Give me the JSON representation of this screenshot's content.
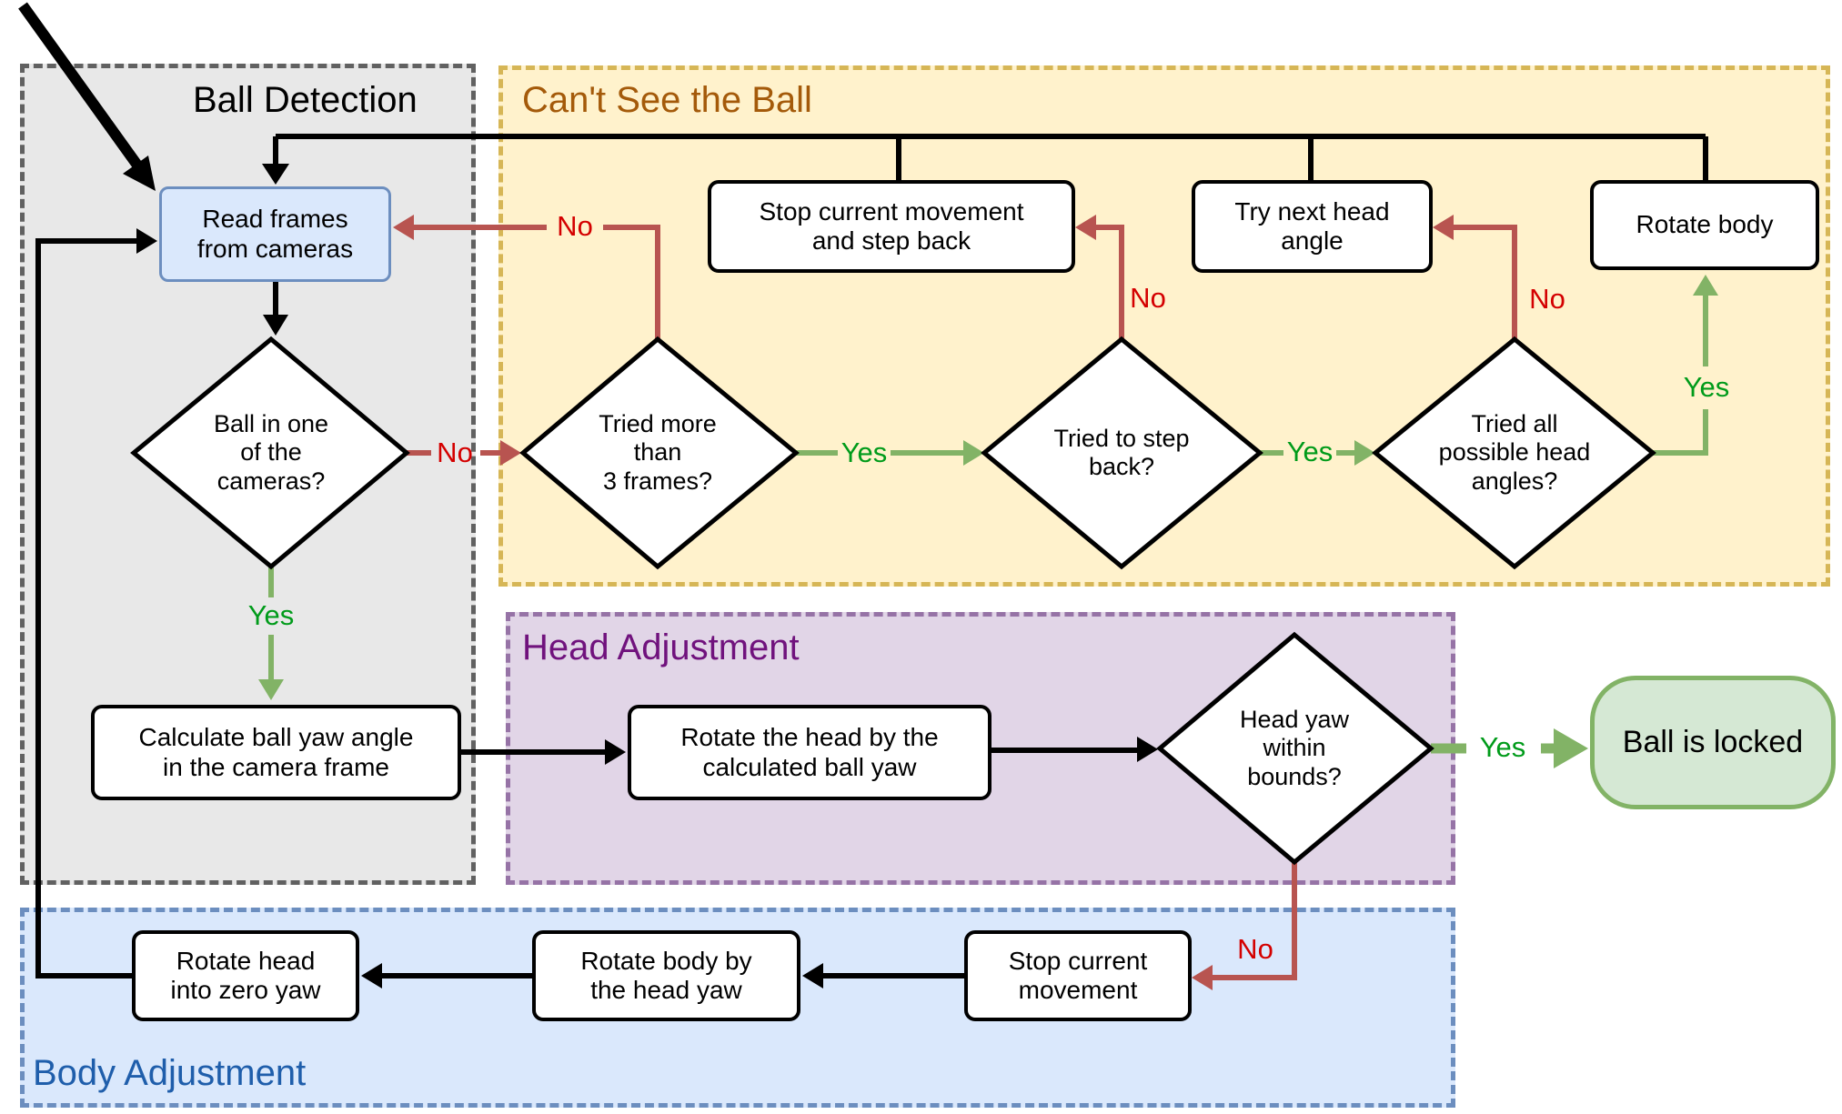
{
  "regions": {
    "ball_detection": {
      "title": "Ball Detection",
      "fill": "#e8e8e8",
      "border": "#616161",
      "title_color": "#000000"
    },
    "cant_see_ball": {
      "title": "Can't See the Ball",
      "fill": "#fff2cc",
      "border": "#d6b656",
      "title_color": "#a45a0a"
    },
    "head_adjustment": {
      "title": "Head Adjustment",
      "fill": "#e1d5e7",
      "border": "#9673a6",
      "title_color": "#70127d"
    },
    "body_adjustment": {
      "title": "Body Adjustment",
      "fill": "#dae8fc",
      "border": "#6c8ebf",
      "title_color": "#1f5eab"
    }
  },
  "nodes": {
    "read_frames": {
      "label": "Read frames\nfrom cameras",
      "type": "start-process",
      "fill": "#dae8fc",
      "border": "#6c8ebf"
    },
    "ball_in_cameras": {
      "label": "Ball in one\nof the\ncameras?",
      "type": "decision"
    },
    "calc_ball_yaw": {
      "label": "Calculate ball yaw angle\nin the camera frame",
      "type": "process"
    },
    "stop_and_step_back": {
      "label": "Stop current movement\nand step back",
      "type": "process"
    },
    "try_next_head_angle": {
      "label": "Try next head\nangle",
      "type": "process"
    },
    "rotate_body": {
      "label": "Rotate body",
      "type": "process"
    },
    "tried_3_frames": {
      "label": "Tried more\nthan\n3 frames?",
      "type": "decision"
    },
    "tried_step_back": {
      "label": "Tried to step\nback?",
      "type": "decision"
    },
    "tried_all_angles": {
      "label": "Tried all\npossible head\nangles?",
      "type": "decision"
    },
    "rotate_head_by_yaw": {
      "label": "Rotate the head by the\ncalculated ball yaw",
      "type": "process"
    },
    "head_yaw_bounds": {
      "label": "Head yaw\nwithin\nbounds?",
      "type": "decision"
    },
    "ball_locked": {
      "label": "Ball is locked",
      "type": "terminal",
      "fill": "#d5e8d4",
      "border": "#82b366"
    },
    "rotate_head_zero": {
      "label": "Rotate head\ninto zero yaw",
      "type": "process"
    },
    "rotate_body_by_head": {
      "label": "Rotate body by\nthe head yaw",
      "type": "process"
    },
    "stop_current_movement": {
      "label": "Stop current\nmovement",
      "type": "process"
    }
  },
  "edge_labels": {
    "no_ball_to_tried3": "No",
    "yes_ball_to_calc": "Yes",
    "no_tried3_to_read": "No",
    "yes_tried3_to_stepback": "Yes",
    "no_stepback_to_stop": "No",
    "yes_stepback_to_angles": "Yes",
    "no_angles_to_trynext": "No",
    "yes_angles_to_rotatebody": "Yes",
    "yes_yaw_to_locked": "Yes",
    "no_yaw_to_stopmovement": "No"
  },
  "colors": {
    "edge_black": "#000000",
    "edge_red": "#b85450",
    "edge_green": "#82b366",
    "label_no": "#d40000",
    "label_yes": "#009b1a",
    "diamond_fill": "#ffffff",
    "diamond_border": "#000000"
  }
}
